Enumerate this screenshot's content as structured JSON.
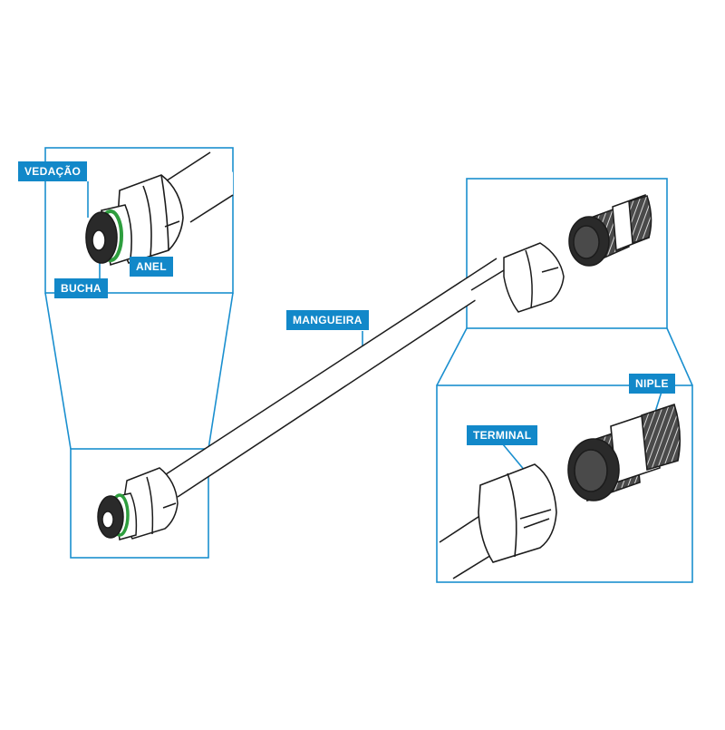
{
  "labels": {
    "vedacao": "VEDAÇÃO",
    "anel": "ANEL",
    "bucha": "BUCHA",
    "mangueira": "MANGUEIRA",
    "niple": "NIPLE",
    "terminal": "TERMINAL"
  },
  "colors": {
    "accent": "#1a8fcf",
    "label_bg": "#1288c9",
    "ring": "#2e9e3e",
    "outline": "#1c1c1c",
    "dark_part": "#2a2a2a"
  },
  "icons": [
    "hose-icon",
    "terminal-nut-icon",
    "niple-icon",
    "seal-ring-icon"
  ]
}
